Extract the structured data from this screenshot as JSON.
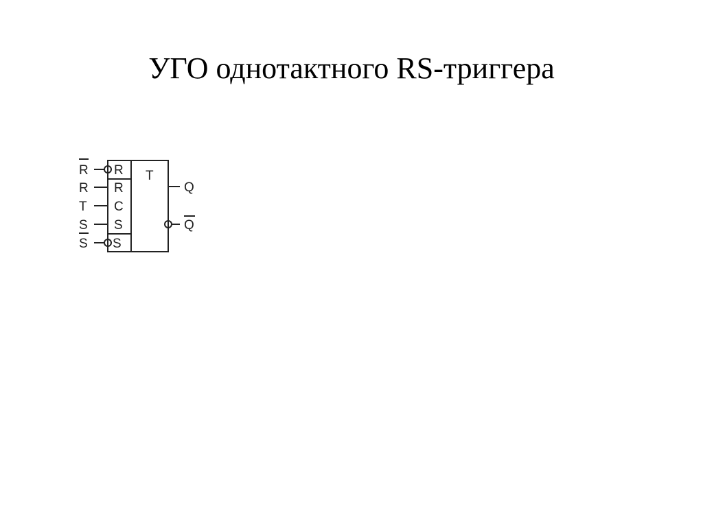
{
  "slide": {
    "title": "УГО однотактного RS-триггера"
  },
  "diagram": {
    "block_label": "T",
    "inputs": [
      {
        "label": "R",
        "overline": true,
        "pin": "R",
        "inverted": true
      },
      {
        "label": "R",
        "overline": false,
        "pin": "R",
        "inverted": false
      },
      {
        "label": "T",
        "overline": false,
        "pin": "C",
        "inverted": false
      },
      {
        "label": "S",
        "overline": false,
        "pin": "S",
        "inverted": false
      },
      {
        "label": "S",
        "overline": true,
        "pin": "S",
        "inverted": true
      }
    ],
    "outputs": [
      {
        "label": "Q",
        "overline": false,
        "inverted": false
      },
      {
        "label": "Q",
        "overline": true,
        "inverted": true
      }
    ]
  }
}
